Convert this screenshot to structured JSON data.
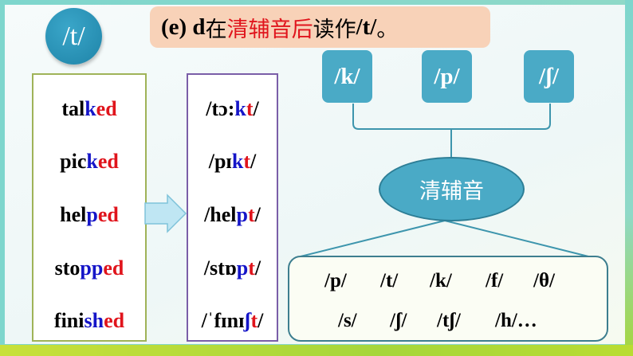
{
  "badge": {
    "label": "/t/"
  },
  "title": {
    "prefix": "(e) d",
    "cn_1": "在",
    "highlight": "清辅音后",
    "cn_2": "读作",
    "suffix": "/t/",
    "end": "。"
  },
  "words": [
    {
      "parts": [
        {
          "text": "tal",
          "color": "black"
        },
        {
          "text": "k",
          "color": "blue"
        },
        {
          "text": "ed",
          "color": "red"
        }
      ]
    },
    {
      "parts": [
        {
          "text": "pic",
          "color": "black"
        },
        {
          "text": "k",
          "color": "blue"
        },
        {
          "text": "ed",
          "color": "red"
        }
      ]
    },
    {
      "parts": [
        {
          "text": "hel",
          "color": "black"
        },
        {
          "text": "p",
          "color": "blue"
        },
        {
          "text": "ed",
          "color": "red"
        }
      ]
    },
    {
      "parts": [
        {
          "text": "sto",
          "color": "black"
        },
        {
          "text": "pp",
          "color": "blue"
        },
        {
          "text": "ed",
          "color": "red"
        }
      ]
    },
    {
      "parts": [
        {
          "text": "fini",
          "color": "black"
        },
        {
          "text": "sh",
          "color": "blue"
        },
        {
          "text": "ed",
          "color": "red"
        }
      ]
    }
  ],
  "ipa": [
    {
      "parts": [
        {
          "text": "/tɔ:",
          "color": "black"
        },
        {
          "text": "k",
          "color": "blue"
        },
        {
          "text": "t",
          "color": "red"
        },
        {
          "text": "/",
          "color": "black"
        }
      ]
    },
    {
      "parts": [
        {
          "text": "/pɪ",
          "color": "black"
        },
        {
          "text": "k",
          "color": "blue"
        },
        {
          "text": "t",
          "color": "red"
        },
        {
          "text": "/",
          "color": "black"
        }
      ]
    },
    {
      "parts": [
        {
          "text": "/hel",
          "color": "black"
        },
        {
          "text": "p",
          "color": "blue"
        },
        {
          "text": "t",
          "color": "red"
        },
        {
          "text": "/",
          "color": "black"
        }
      ]
    },
    {
      "parts": [
        {
          "text": "/stɒ",
          "color": "black"
        },
        {
          "text": "p",
          "color": "blue"
        },
        {
          "text": "t",
          "color": "red"
        },
        {
          "text": "/",
          "color": "black"
        }
      ]
    },
    {
      "parts": [
        {
          "text": "/ˈfɪnɪ",
          "color": "black"
        },
        {
          "text": "ʃ",
          "color": "blue"
        },
        {
          "text": "t",
          "color": "red"
        },
        {
          "text": "/",
          "color": "black"
        }
      ]
    }
  ],
  "diagram": {
    "top_sounds": [
      "/k/",
      "/p/",
      "/ʃ/"
    ],
    "center_label": "清辅音",
    "consonants_row1": [
      "/p/",
      "/t/",
      "/k/",
      "/f/",
      "/θ/"
    ],
    "consonants_row2": [
      "/s/",
      "/ʃ/",
      "/tʃ/",
      "/h/…"
    ]
  },
  "colors": {
    "blue": "#1515c8",
    "red": "#e0141c",
    "teal": "#4aaac6",
    "title_bg": "#f8d2b8"
  }
}
